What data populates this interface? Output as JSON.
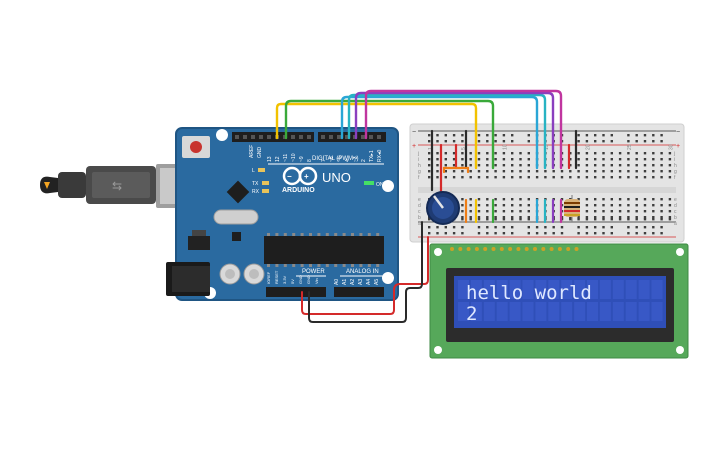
{
  "arduino": {
    "brand": "ARDUINO",
    "model": "UNO",
    "digital_label": "DIGITAL (PWM~)",
    "power_label": "POWER",
    "analog_label": "ANALOG IN",
    "on_label": "ON",
    "tx_label": "TX",
    "rx_label": "RX",
    "l_label": "L",
    "aref_label": "AREF",
    "gnd_label": "GND",
    "digital_pins": [
      "13",
      "12",
      "~11",
      "~10",
      "~9",
      "8",
      "7",
      "~6",
      "~5",
      "4",
      "~3",
      "2",
      "TX▸1",
      "RX◂0"
    ],
    "power_pins": [
      "IOREF",
      "RESET",
      "3.3V",
      "5V",
      "GND",
      "GND",
      "Vin"
    ],
    "analog_pins": [
      "A0",
      "A1",
      "A2",
      "A3",
      "A4",
      "A5"
    ]
  },
  "breadboard": {
    "row_letters_top": [
      "j",
      "i",
      "h",
      "g",
      "f"
    ],
    "row_letters_bottom": [
      "e",
      "d",
      "c",
      "b",
      "a"
    ],
    "column_numbers": [
      "1",
      "5",
      "10",
      "15",
      "20",
      "25",
      "30"
    ],
    "rail_minus": "−",
    "rail_plus": "+"
  },
  "lcd": {
    "line1": "hello world",
    "line2": "2",
    "backlight_color": "#2f4fb8",
    "text_color": "#dfe8ff"
  },
  "colors": {
    "board": "#2a6aa0",
    "wire_yellow": "#f2c200",
    "wire_green": "#3aa93a",
    "wire_blue": "#2aa6d6",
    "wire_cyan": "#27b3c3",
    "wire_purple": "#8a3fbf",
    "wire_magenta": "#c0359f",
    "wire_red": "#d42a2a",
    "wire_black": "#2a2a2a",
    "wire_orange": "#ef7d16",
    "lcd_pcb": "#56a85a"
  }
}
